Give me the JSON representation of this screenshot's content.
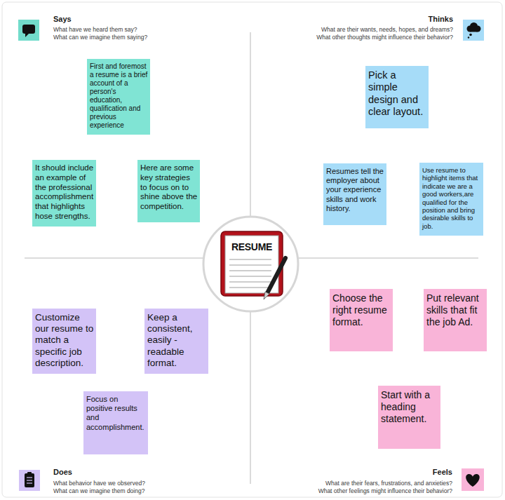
{
  "diagram": {
    "nodes": [
      {
        "text": [
          "First and foremost a resume is a brief account of a person's education, qualification and previous experience"
        ]
      },
      {
        "text": [
          "It should include an example of the professional accomplishment that highlights hose strengths."
        ]
      },
      {
        "text": [
          "Here are some key strategies to focus on to shine above the competition."
        ]
      },
      {
        "text": [
          "Pick a simple design and clear layout."
        ]
      },
      {
        "text": [
          "Resumes tell the employer about your experience skills and work history."
        ]
      },
      {
        "text": [
          "Use resume to highlight items that indicate we are a good workers,are qualified for the position and bring desirable skills to job."
        ]
      },
      {
        "text": [
          "RESUME"
        ]
      },
      {
        "text": [
          "Customize our resume to match a specific job description."
        ]
      },
      {
        "text": [
          "Keep a consistent, easily - readable format."
        ]
      },
      {
        "text": [
          "Focus on positive results and accomplishment."
        ]
      },
      {
        "text": [
          "Choose the right resume format."
        ]
      },
      {
        "text": [
          "Put relevant skills that fit the job Ad."
        ]
      },
      {
        "text": [
          "Start with a heading statement."
        ]
      }
    ],
    "labels": [
      "Says",
      "What have we heard them say?",
      "What can we imagine them saying?",
      "Thinks",
      "What are their wants, needs, hopes, and dreams?",
      "What other thoughts might influence their behavior?",
      "Does",
      "What behavior have we observed?",
      "What can we imagine them doing?",
      "Feels",
      "What are their fears, frustrations, and anxieties?",
      "What other feelings might influence their behavior?"
    ]
  }
}
